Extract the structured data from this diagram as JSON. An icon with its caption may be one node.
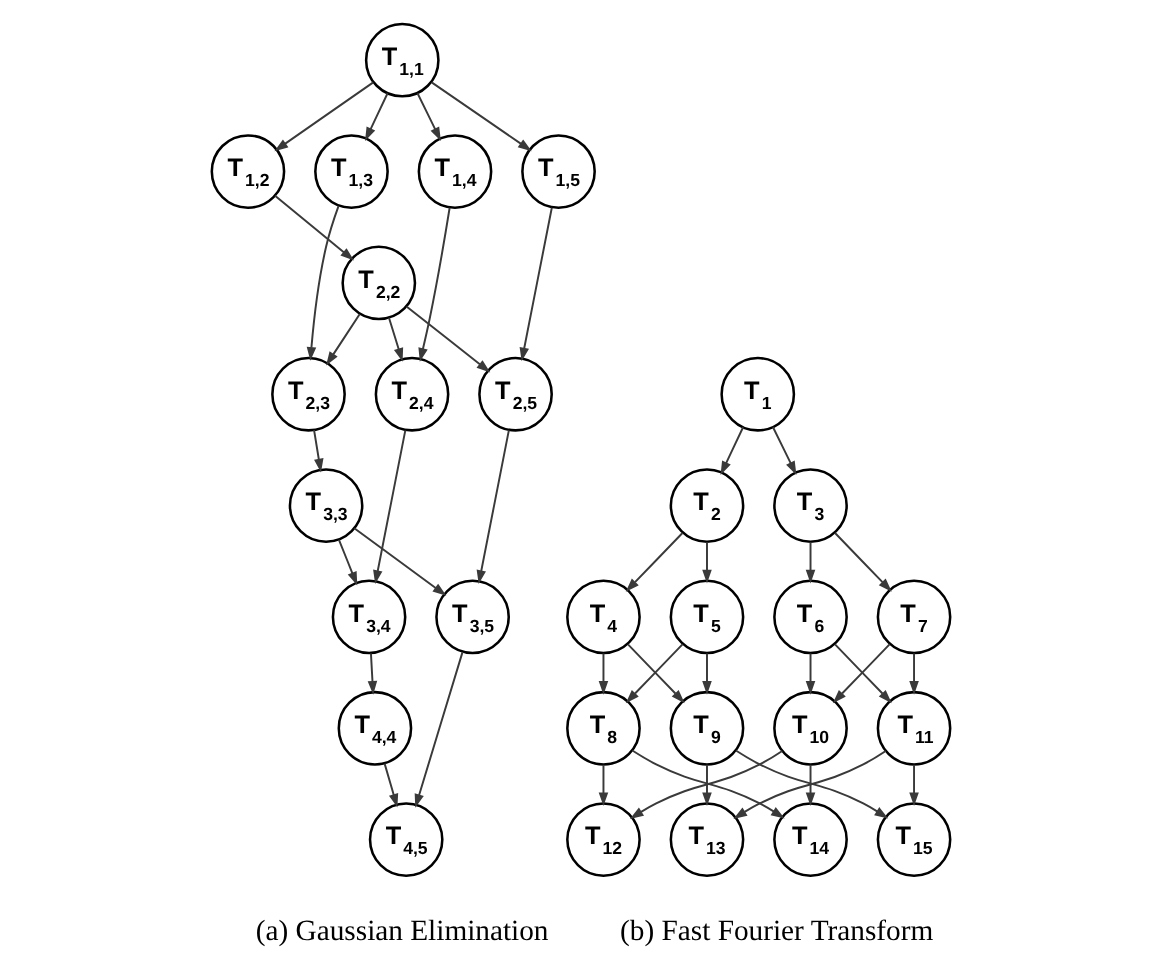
{
  "diagram": {
    "nodes": [
      {
        "text": [
          "T$_{1,1}$"
        ]
      },
      {
        "text": [
          "T$_{1,2}$"
        ]
      },
      {
        "text": [
          "T$_{1,3}$"
        ]
      },
      {
        "text": [
          "T$_{1,4}$"
        ]
      },
      {
        "text": [
          "T$_{1,5}$"
        ]
      },
      {
        "text": [
          "T$_{2,2}$"
        ]
      },
      {
        "text": [
          "T$_{2,3}$"
        ]
      },
      {
        "text": [
          "T$_{2,4}$"
        ]
      },
      {
        "text": [
          "T$_{2,5}$"
        ]
      },
      {
        "text": [
          "T$_{3,3}$"
        ]
      },
      {
        "text": [
          "T$_{3,4}$"
        ]
      },
      {
        "text": [
          "T$_{3,5}$"
        ]
      },
      {
        "text": [
          "T$_{4,4}$"
        ]
      },
      {
        "text": [
          "T$_{4,5}$"
        ]
      },
      {
        "text": [
          "T$_{1}$"
        ]
      },
      {
        "text": [
          "T$_{2}$"
        ]
      },
      {
        "text": [
          "T$_{3}$"
        ]
      },
      {
        "text": [
          "T$_{4}$"
        ]
      },
      {
        "text": [
          "T$_{5}$"
        ]
      },
      {
        "text": [
          "T$_{6}$"
        ]
      },
      {
        "text": [
          "T$_{7}$"
        ]
      },
      {
        "text": [
          "T$_{8}$"
        ]
      },
      {
        "text": [
          "T$_{9}$"
        ]
      },
      {
        "text": [
          "T$_{10}$"
        ]
      },
      {
        "text": [
          "T$_{11}$"
        ]
      },
      {
        "text": [
          "T$_{12}$"
        ]
      },
      {
        "text": [
          "T$_{13}$"
        ]
      },
      {
        "text": [
          "T$_{14}$"
        ]
      },
      {
        "text": [
          "T$_{15}$"
        ]
      }
    ],
    "edges": [
      {
        "from": 0,
        "to": 1,
        "arrow": "to"
      },
      {
        "from": 0,
        "to": 2,
        "arrow": "to"
      },
      {
        "from": 0,
        "to": 3,
        "arrow": "to"
      },
      {
        "from": 0,
        "to": 4,
        "arrow": "to"
      },
      {
        "from": 1,
        "to": 5,
        "arrow": "to"
      },
      {
        "from": 2,
        "to": 6,
        "arrow": "to"
      },
      {
        "from": 3,
        "to": 7,
        "arrow": "to"
      },
      {
        "from": 4,
        "to": 8,
        "arrow": "to"
      },
      {
        "from": 5,
        "to": 6,
        "arrow": "to"
      },
      {
        "from": 5,
        "to": 7,
        "arrow": "to"
      },
      {
        "from": 5,
        "to": 8,
        "arrow": "to"
      },
      {
        "from": 6,
        "to": 9,
        "arrow": "to"
      },
      {
        "from": 9,
        "to": 10,
        "arrow": "to"
      },
      {
        "from": 9,
        "to": 11,
        "arrow": "to"
      },
      {
        "from": 7,
        "to": 10,
        "arrow": "to"
      },
      {
        "from": 8,
        "to": 11,
        "arrow": "to"
      },
      {
        "from": 10,
        "to": 12,
        "arrow": "to"
      },
      {
        "from": 12,
        "to": 13,
        "arrow": "to"
      },
      {
        "from": 11,
        "to": 13,
        "arrow": "to"
      },
      {
        "from": 14,
        "to": 15,
        "arrow": "to"
      },
      {
        "from": 14,
        "to": 16,
        "arrow": "to"
      },
      {
        "from": 15,
        "to": 17,
        "arrow": "to"
      },
      {
        "from": 15,
        "to": 18,
        "arrow": "to"
      },
      {
        "from": 16,
        "to": 19,
        "arrow": "to"
      },
      {
        "from": 16,
        "to": 20,
        "arrow": "to"
      },
      {
        "from": 17,
        "to": 21,
        "arrow": "to"
      },
      {
        "from": 17,
        "to": 22,
        "arrow": "to"
      },
      {
        "from": 18,
        "to": 21,
        "arrow": "to"
      },
      {
        "from": 18,
        "to": 22,
        "arrow": "to"
      },
      {
        "from": 19,
        "to": 23,
        "arrow": "to"
      },
      {
        "from": 19,
        "to": 24,
        "arrow": "to"
      },
      {
        "from": 20,
        "to": 23,
        "arrow": "to"
      },
      {
        "from": 20,
        "to": 24,
        "arrow": "to"
      },
      {
        "from": 21,
        "to": 25,
        "arrow": "to"
      },
      {
        "from": 21,
        "to": 27,
        "arrow": "to"
      },
      {
        "from": 22,
        "to": 26,
        "arrow": "to"
      },
      {
        "from": 22,
        "to": 28,
        "arrow": "to"
      },
      {
        "from": 23,
        "to": 25,
        "arrow": "to"
      },
      {
        "from": 23,
        "to": 27,
        "arrow": "to"
      },
      {
        "from": 24,
        "to": 26,
        "arrow": "to"
      },
      {
        "from": 24,
        "to": 28,
        "arrow": "to"
      }
    ],
    "labels": [
      "(a) Gaussian Elimination",
      "(b) Fast Fourier Transform"
    ]
  }
}
